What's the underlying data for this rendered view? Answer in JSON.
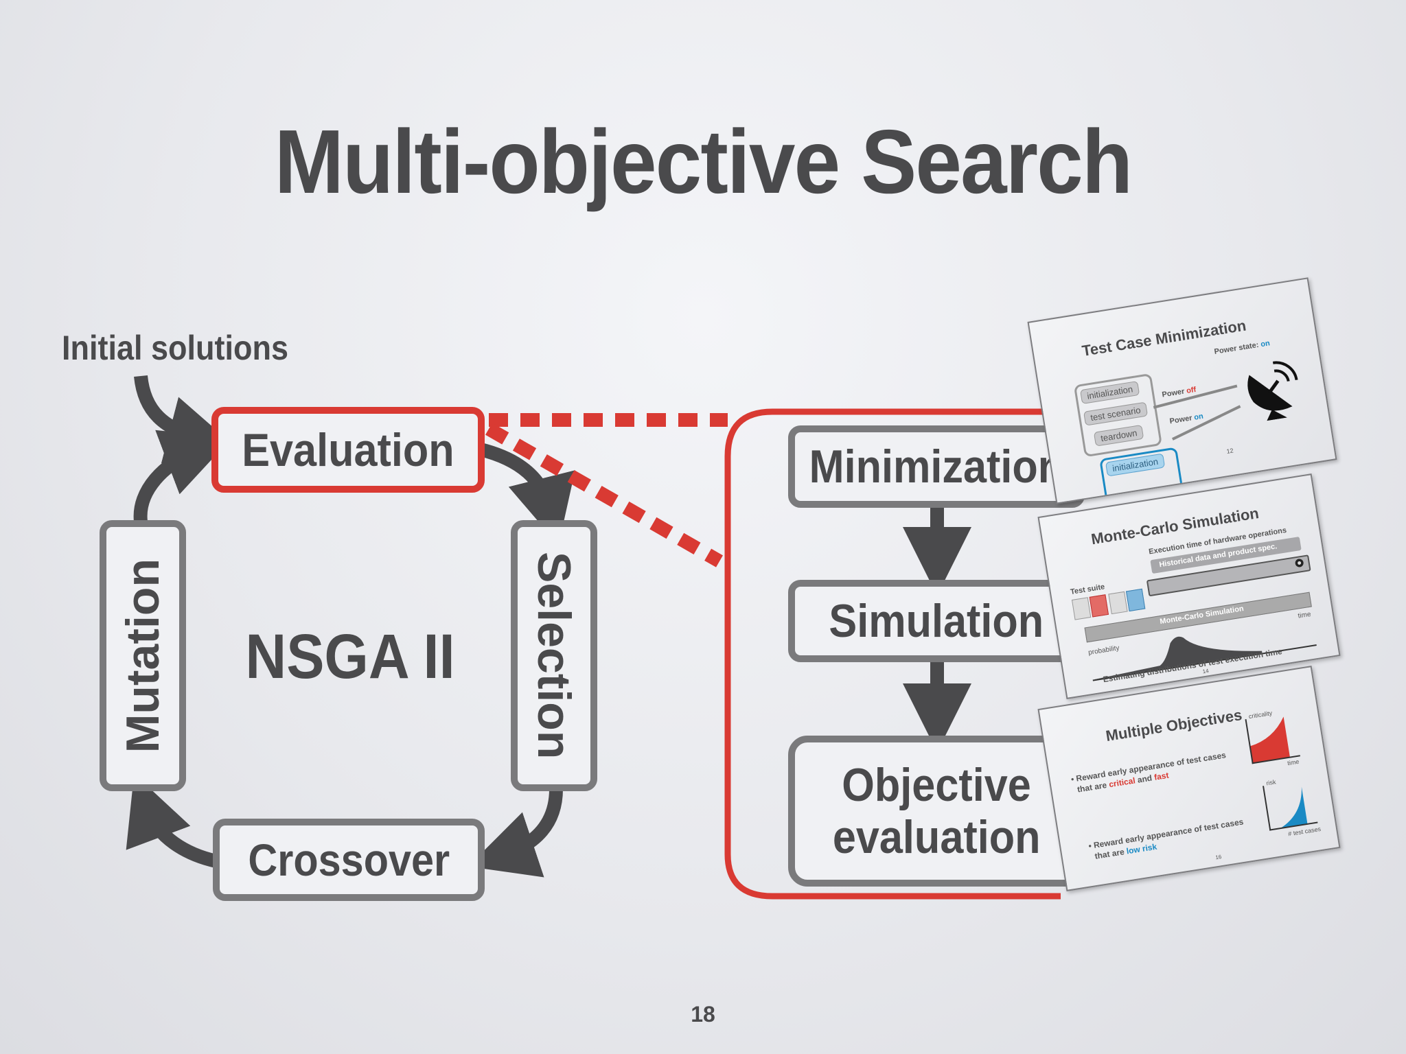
{
  "title": "Multi-objective Search",
  "initial_solutions": "Initial solutions",
  "cycle": {
    "evaluation": "Evaluation",
    "selection": "Selection",
    "crossover": "Crossover",
    "mutation": "Mutation",
    "center": "NSGA II"
  },
  "detail": {
    "minimization": "Minimization",
    "simulation": "Simulation",
    "objective_line1": "Objective",
    "objective_line2": "evaluation"
  },
  "page_number": "18",
  "thumbnails": {
    "test_case_min": {
      "title": "Test Case Minimization",
      "power_state_label": "Power state:",
      "power_state_value": "on",
      "power_off_label": "Power",
      "power_off_value": "off",
      "power_on_label": "Power",
      "power_on_value": "on",
      "steps": [
        "initialization",
        "test scenario",
        "teardown"
      ],
      "page": "12"
    },
    "monte_carlo": {
      "title": "Monte-Carlo Simulation",
      "exec_time": "Execution time of hardware operations",
      "historical": "Historical data and product spec.",
      "test_suite": "Test suite",
      "mc_bar": "Monte-Carlo Simulation",
      "probability": "probability",
      "time": "time",
      "caption": "Estimating distributions of test execution time",
      "page": "14"
    },
    "multiple_objectives": {
      "title": "Multiple Objectives",
      "bullet1_a": "Reward early appearance of test cases",
      "bullet1_b": "that are",
      "bullet1_c": "critical",
      "bullet1_d": "and",
      "bullet1_e": "fast",
      "bullet2_a": "Reward early appearance of test cases",
      "bullet2_b": "that are",
      "bullet2_c": "low risk",
      "criticality": "criticality",
      "time": "time",
      "risk": "risk",
      "test_cases": "# test cases",
      "page": "16"
    }
  },
  "colors": {
    "red": "#d93a33",
    "gray": "#7a7a7c",
    "dark": "#4a4a4c",
    "blue": "#1a8ac4"
  }
}
